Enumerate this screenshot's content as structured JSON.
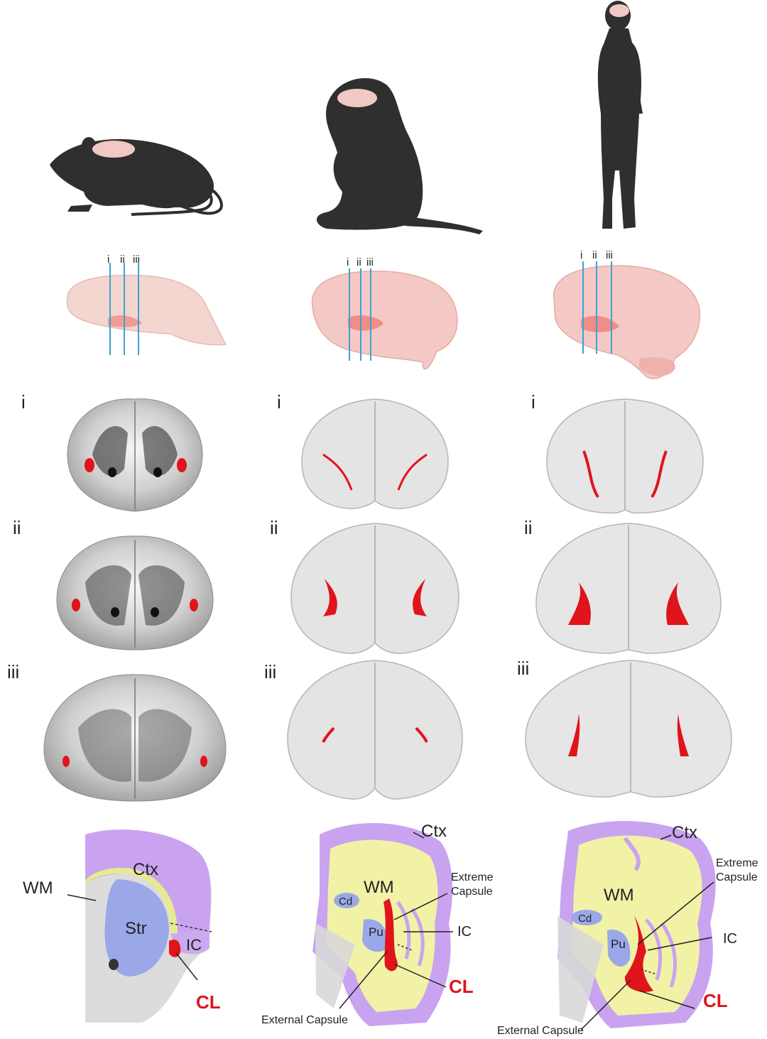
{
  "section_labels": {
    "i": "i",
    "ii": "ii",
    "iii": "iii"
  },
  "regions": {
    "ctx": "Ctx",
    "wm": "WM",
    "str": "Str",
    "ic": "IC",
    "cl": "CL",
    "cd": "Cd",
    "pu": "Pu",
    "extreme": "Extreme\nCapsule",
    "extreme_line1": "Extreme",
    "extreme_line2": "Capsule",
    "external": "External Capsule"
  },
  "colors": {
    "silhouette": "#2f2f2f",
    "brain_pink": "#f4c9c5",
    "brain_outline": "#e6aaa4",
    "section_line": "#3aa3d6",
    "claustrum": "#e0141b",
    "cortex_purple": "#c9a3f0",
    "white_matter_yellow": "#f1f2a6",
    "striatum_blue": "#9aa8e8",
    "section_gray": "#d8d8d8"
  }
}
